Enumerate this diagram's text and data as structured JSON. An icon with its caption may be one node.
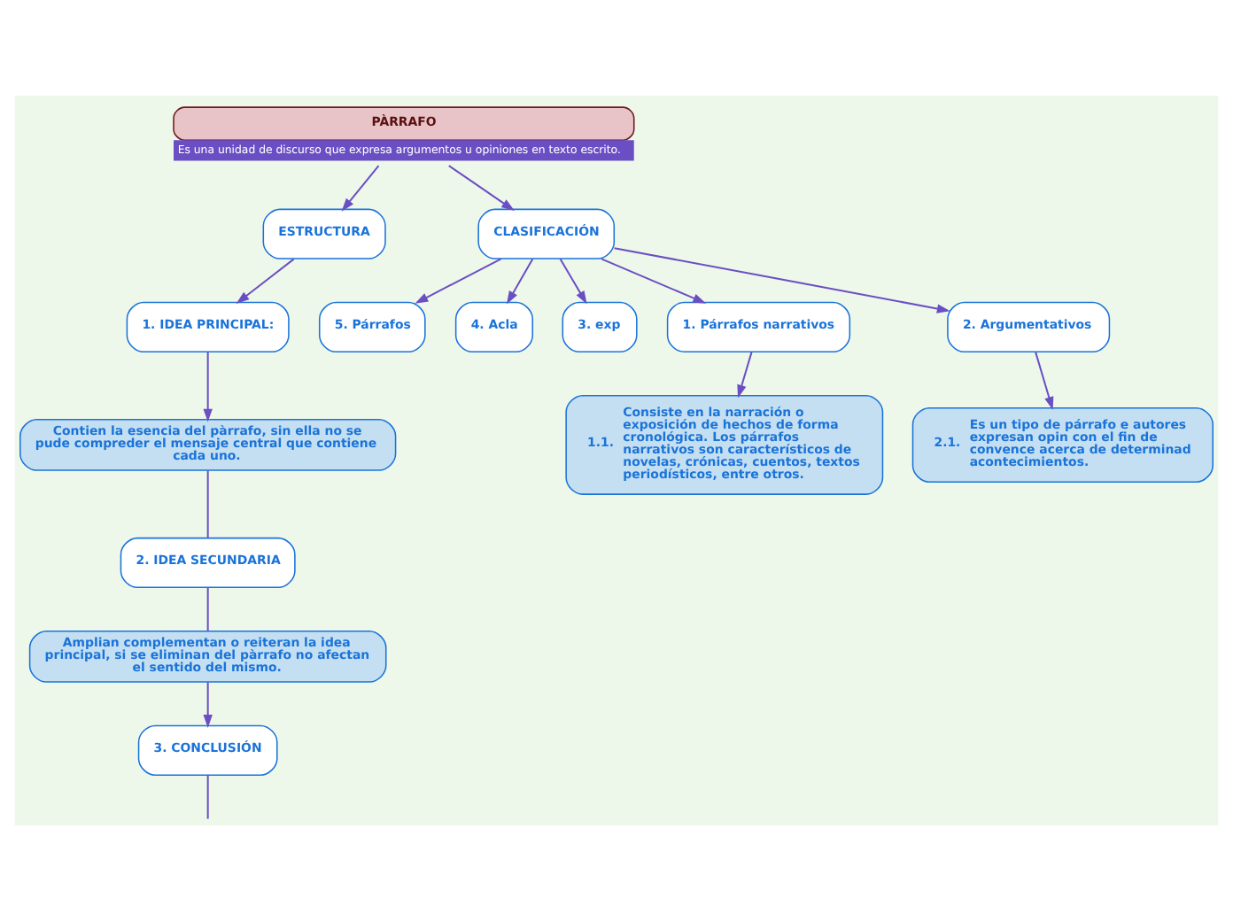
{
  "diagram": {
    "nodes": [
      {
        "text": [
          "PÀRRAFO"
        ],
        "beside": [
          "Es una unidad de discurso que expresa argumentos u opiniones en texto escrito."
        ]
      },
      {
        "text": [
          "ESTRUCTURA"
        ]
      },
      {
        "text": [
          "CLASIFICACIÓN"
        ]
      },
      {
        "text": [
          "5. Párrafos"
        ]
      },
      {
        "text": [
          "4. Acla"
        ]
      },
      {
        "text": [
          "3. exp"
        ]
      },
      {
        "text": [
          "1. IDEA PRINCIPAL:"
        ]
      },
      {
        "text": [
          "Contien la esencia del pàrrafo, sin ella no se pude compreder el mensaje central que contiene cada uno."
        ]
      },
      {
        "text": [
          "2. IDEA SECUNDARIA"
        ]
      },
      {
        "text": [
          "Amplian complementan o reiteran la idea principal, si se eliminan del pàrrafo no afectan el sentido del mismo."
        ]
      },
      {
        "text": [
          "3. CONCLUSIÓN"
        ]
      },
      {
        "text": [
          "1. Párrafos narrativos"
        ]
      },
      {
        "text": [
          "2. Argumentativos"
        ]
      },
      {
        "text": [
          "1.1.",
          "Consiste en la narración o exposición de hechos de forma cronológica. Los párrafos narrativos son característicos de novelas, crónicas, cuentos, textos periodísticos, entre otros."
        ]
      },
      {
        "text": [
          "2.1.",
          "Es un tipo de párrafo e autores expresan opin con el fin de convence acerca de determinad acontecimientos."
        ]
      }
    ],
    "edges": [
      {
        "from": 0,
        "to": 1,
        "arrow": "to"
      },
      {
        "from": 0,
        "to": 2,
        "arrow": "to"
      },
      {
        "from": 1,
        "to": 6,
        "arrow": "to"
      },
      {
        "from": 6,
        "to": 7,
        "arrow": "to"
      },
      {
        "from": 7,
        "to": 8,
        "arrow": "none"
      },
      {
        "from": 8,
        "to": 9,
        "arrow": "none"
      },
      {
        "from": 9,
        "to": 10,
        "arrow": "to"
      },
      {
        "from": 10,
        "to": null,
        "arrow": "none"
      },
      {
        "from": 2,
        "to": 3,
        "arrow": "to"
      },
      {
        "from": 2,
        "to": 4,
        "arrow": "to"
      },
      {
        "from": 2,
        "to": 5,
        "arrow": "to"
      },
      {
        "from": 2,
        "to": 12,
        "arrow": "to"
      },
      {
        "from": 2,
        "to": 11,
        "arrow": "to"
      },
      {
        "from": 11,
        "to": 13,
        "arrow": "to"
      },
      {
        "from": 12,
        "to": 14,
        "arrow": "to"
      }
    ]
  }
}
